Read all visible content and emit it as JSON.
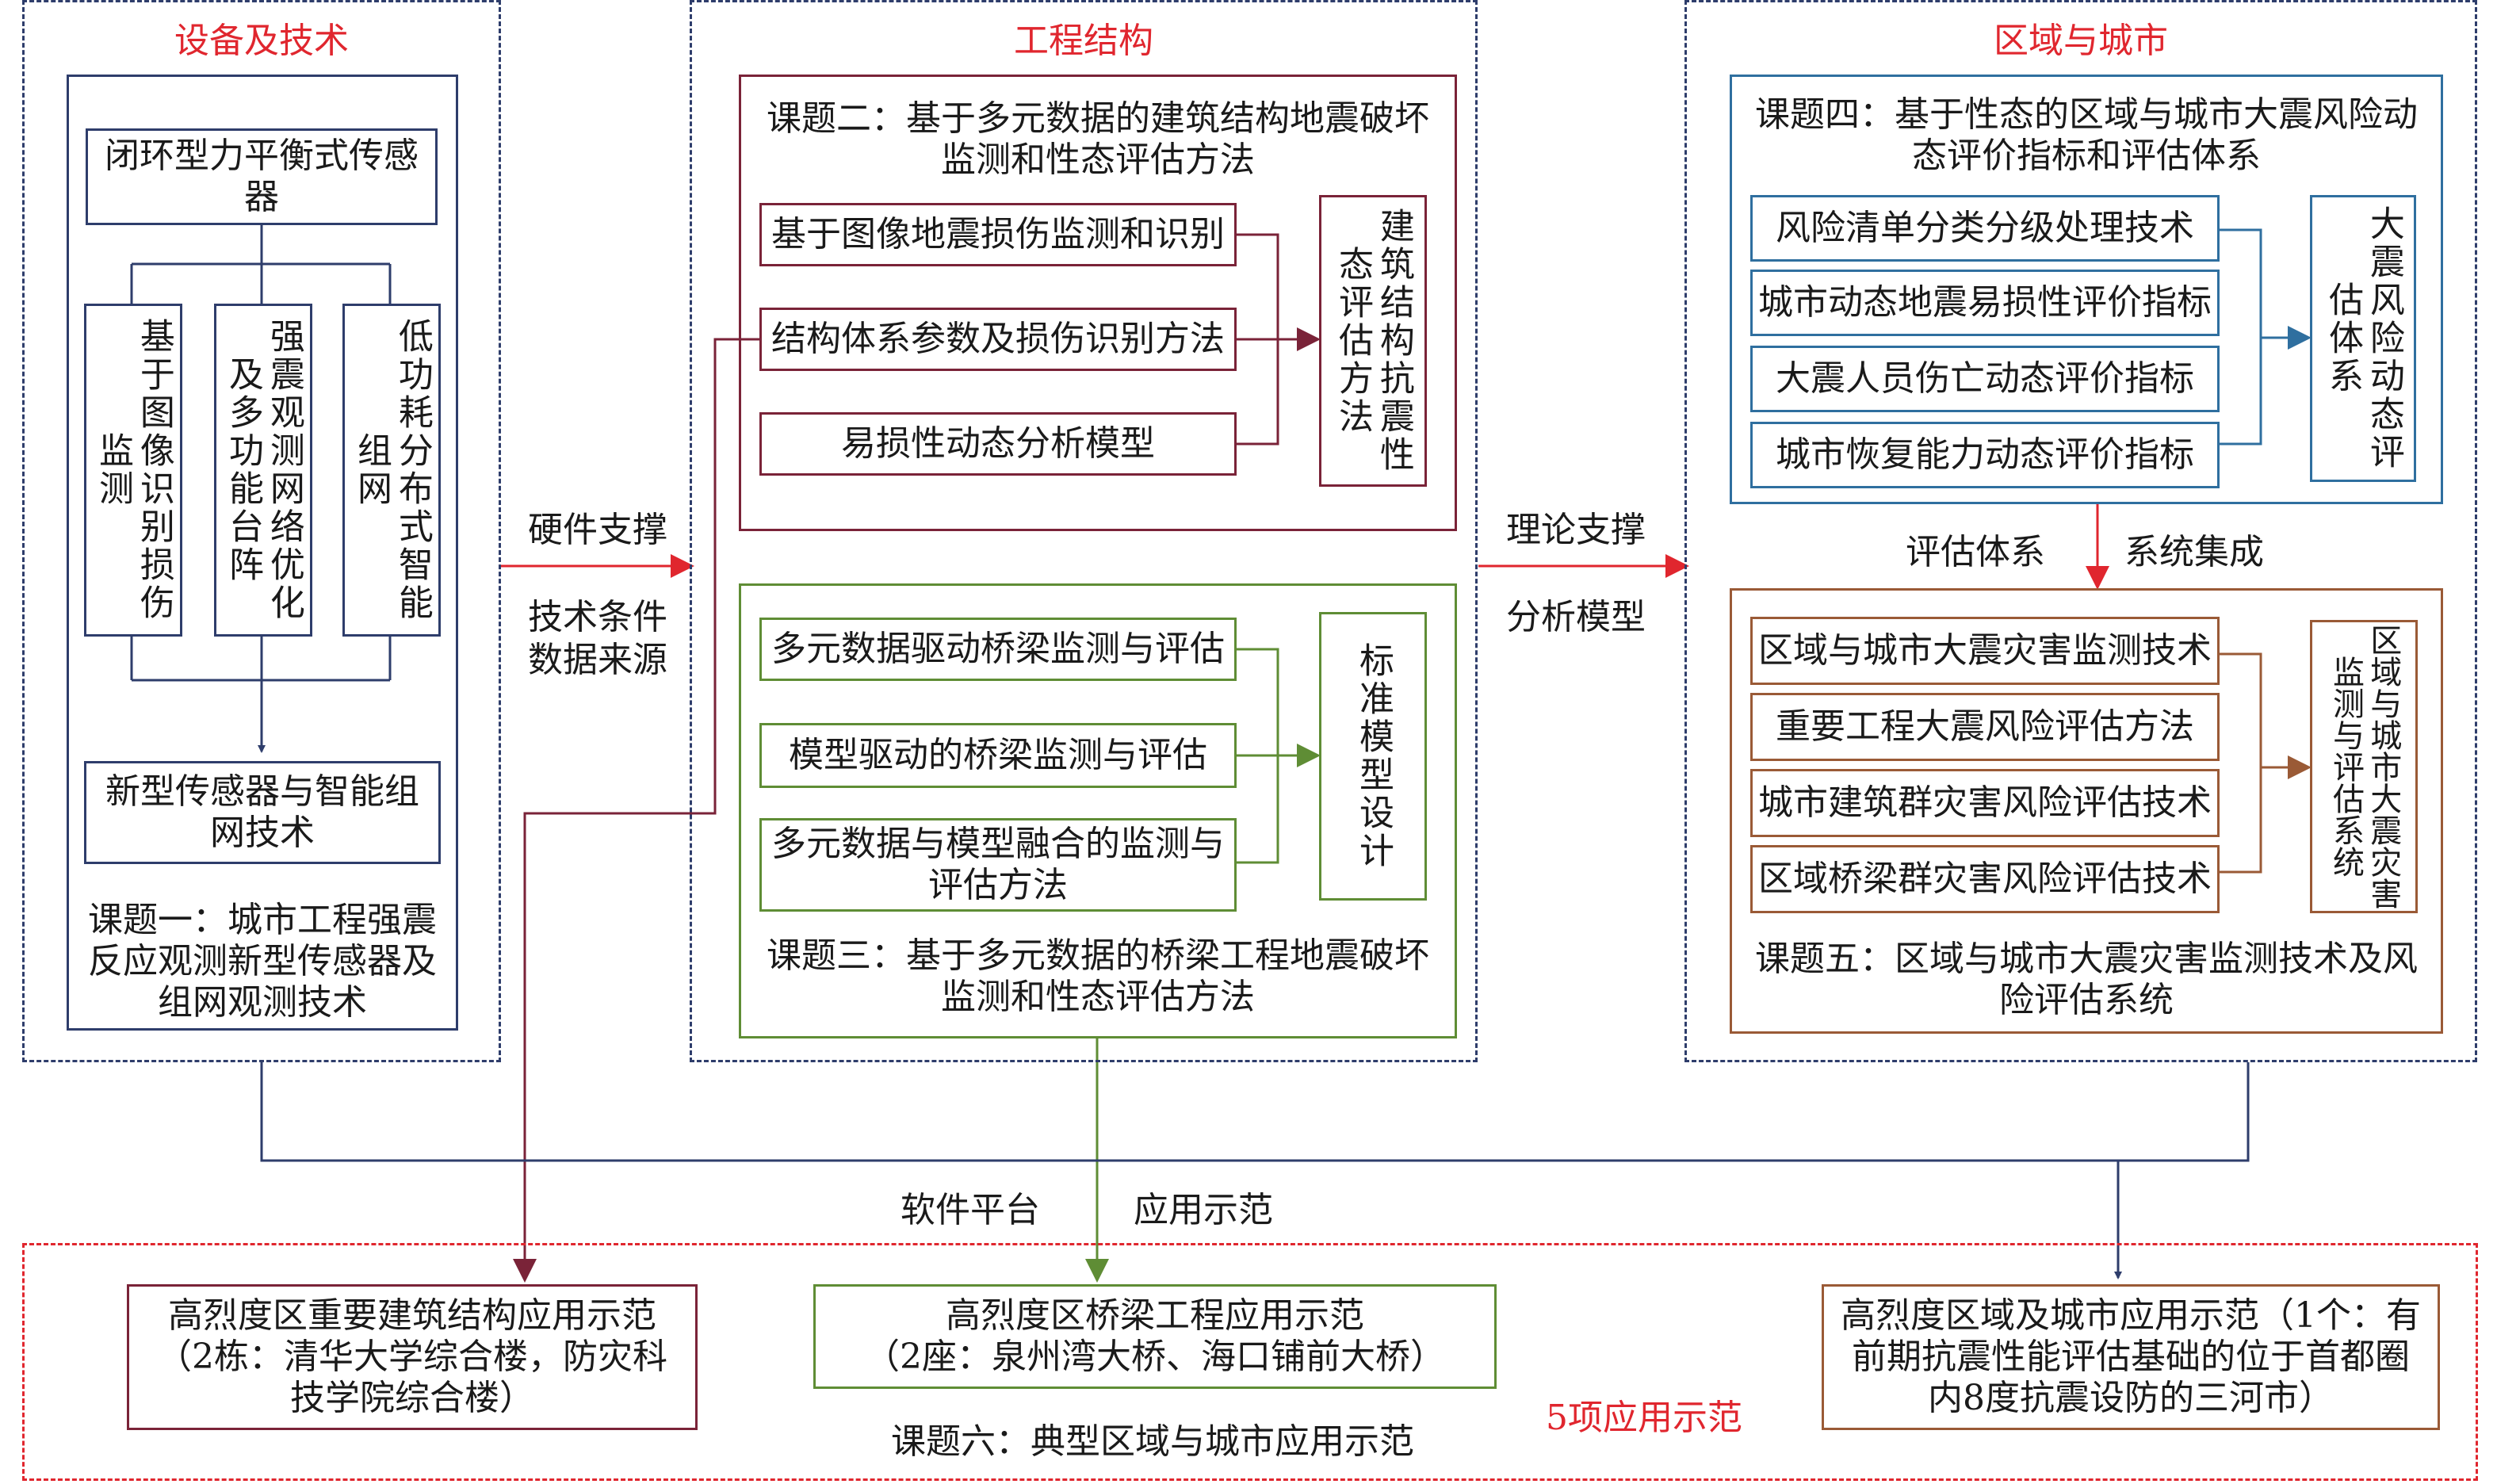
{
  "section1": {
    "header": "设备及技术",
    "sensor": "闭环型力平衡式传感器",
    "col1": "基于图像识别损伤监测",
    "col2": "强震观测网络优化及多功能台阵",
    "col3": "低功耗分布式智能组网",
    "result": "新型传感器与智能组网技术",
    "topic": "课题一：城市工程强震反应观测新型传感器及组网观测技术"
  },
  "section2": {
    "header": "工程结构",
    "topic2": "课题二：基于多元数据的建筑结构地震破坏监测和性态评估方法",
    "items2": [
      "基于图像地震损伤监测和识别",
      "结构体系参数及损伤识别方法",
      "易损性动态分析模型"
    ],
    "result2": "建筑结构抗震性态评估方法",
    "items3": [
      "多元数据驱动桥梁监测与评估",
      "模型驱动的桥梁监测与评估",
      "多元数据与模型融合的监测与评估方法"
    ],
    "result3": "标准模型设计",
    "topic3": "课题三：基于多元数据的桥梁工程地震破坏监测和性态评估方法"
  },
  "section3": {
    "header": "区域与城市",
    "topic4": "课题四：基于性态的区域与城市大震风险动态评价指标和评估体系",
    "items4": [
      "风险清单分类分级处理技术",
      "城市动态地震易损性评价指标",
      "大震人员伤亡动态评价指标",
      "城市恢复能力动态评价指标"
    ],
    "result4": "大震风险动态评估体系",
    "link_left": "评估体系",
    "link_right": "系统集成",
    "items5": [
      "区域与城市大震灾害监测技术",
      "重要工程大震风险评估方法",
      "城市建筑群灾害风险评估技术",
      "区域桥梁群灾害风险评估技术"
    ],
    "result5": "区域与城市大震灾害监测与评估系统",
    "topic5": "课题五：区域与城市大震灾害监测技术及风险评估系统"
  },
  "connectors": {
    "a1_top": "硬件支撑",
    "a1_bottom1": "技术条件",
    "a1_bottom2": "数据来源",
    "a2_top": "理论支撑",
    "a2_bottom": "分析模型",
    "bottom_left": "软件平台",
    "bottom_right": "应用示范"
  },
  "demo": {
    "box1": "高烈度区重要建筑结构应用示范（2栋：清华大学综合楼，防灾科技学院综合楼）",
    "box2_line1": "高烈度区桥梁工程应用示范",
    "box2_line2": "（2座：泉州湾大桥、海口铺前大桥）",
    "box3": "高烈度区域及城市应用示范（1个：有前期抗震性能评估基础的位于首都圈内8度抗震设防的三河市）",
    "topic6": "课题六：典型区域与城市应用示范",
    "count": "5项应用示范"
  },
  "colors": {
    "navy": "#2e3d6b",
    "maroon": "#7a2338",
    "green": "#5f8d35",
    "blue": "#2f6f9f",
    "brown": "#9a5a36",
    "red": "#e0262e"
  }
}
